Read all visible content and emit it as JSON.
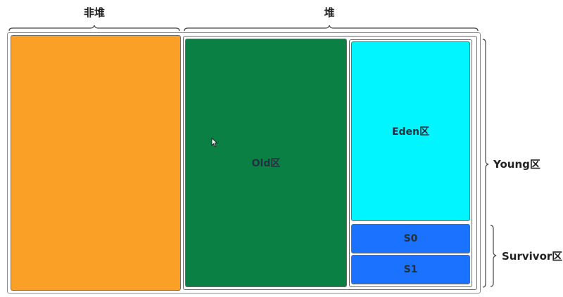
{
  "labels": {
    "non_heap": "非堆",
    "heap": "堆",
    "young": "Young区",
    "survivor": "Survivor区"
  },
  "blocks": {
    "old": "Old区",
    "eden": "Eden区",
    "s0": "S0",
    "s1": "S1"
  },
  "colors": {
    "non_heap": "#fba026",
    "old": "#0b8045",
    "eden": "#00f5ff",
    "survivor": "#1a72ff",
    "frame": "#8a8a8a",
    "text": "#222222"
  },
  "icons": {
    "cursor": "mouse-pointer-icon"
  }
}
